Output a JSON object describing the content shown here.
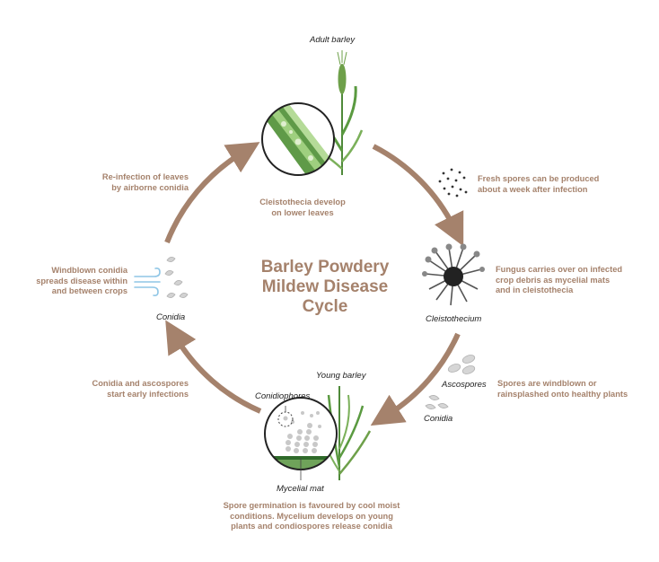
{
  "title_lines": [
    "Barley Powdery",
    "Mildew Disease",
    "Cycle"
  ],
  "labels": {
    "adult_barley": "Adult barley",
    "young_barley": "Young barley",
    "cleistothecium": "Cleistothecium",
    "conidia_left": "Conidia",
    "conidia_right": "Conidia",
    "ascospores": "Ascospores",
    "conidiophores": "Conidiophores",
    "mycelial_mat": "Mycelial mat"
  },
  "stages": {
    "cleistothecia_develop": [
      "Cleistothecia develop",
      "on lower leaves"
    ],
    "fresh_spores": [
      "Fresh spores can be produced",
      "about a week after infection"
    ],
    "fungus_carries": [
      "Fungus carries over on infected",
      "crop debris as mycelial mats",
      "and in cleistothecia"
    ],
    "spores_windblown": [
      "Spores are windblown or",
      "rainsplashed onto healthy plants"
    ],
    "spore_germination": [
      "Spore germination is favoured by cool moist",
      "conditions. Mycelium develops on young",
      "plants and condiospores release conidia"
    ],
    "conidia_ascospores": [
      "Conidia and ascospores",
      "start early infections"
    ],
    "windblown_conidia": [
      "Windblown conidia",
      "spreads disease within",
      "and between crops"
    ],
    "reinfection": [
      "Re-infection of leaves",
      "by airborne conidia"
    ]
  },
  "colors": {
    "arrow": "#a5826c",
    "text_accent": "#a5826c",
    "plant": "#4f8a3a",
    "plant_light": "#7bb05a",
    "spore": "#c8c8c8",
    "wind": "#8fc6e6"
  },
  "icons": [
    "adult-barley-plant-icon",
    "infected-leaf-closeup-icon",
    "spore-dots-icon",
    "cleistothecium-icon",
    "ascospore-icon",
    "conidia-spore-icon",
    "young-barley-plant-icon",
    "mycelial-mat-closeup-icon",
    "wind-icon"
  ]
}
